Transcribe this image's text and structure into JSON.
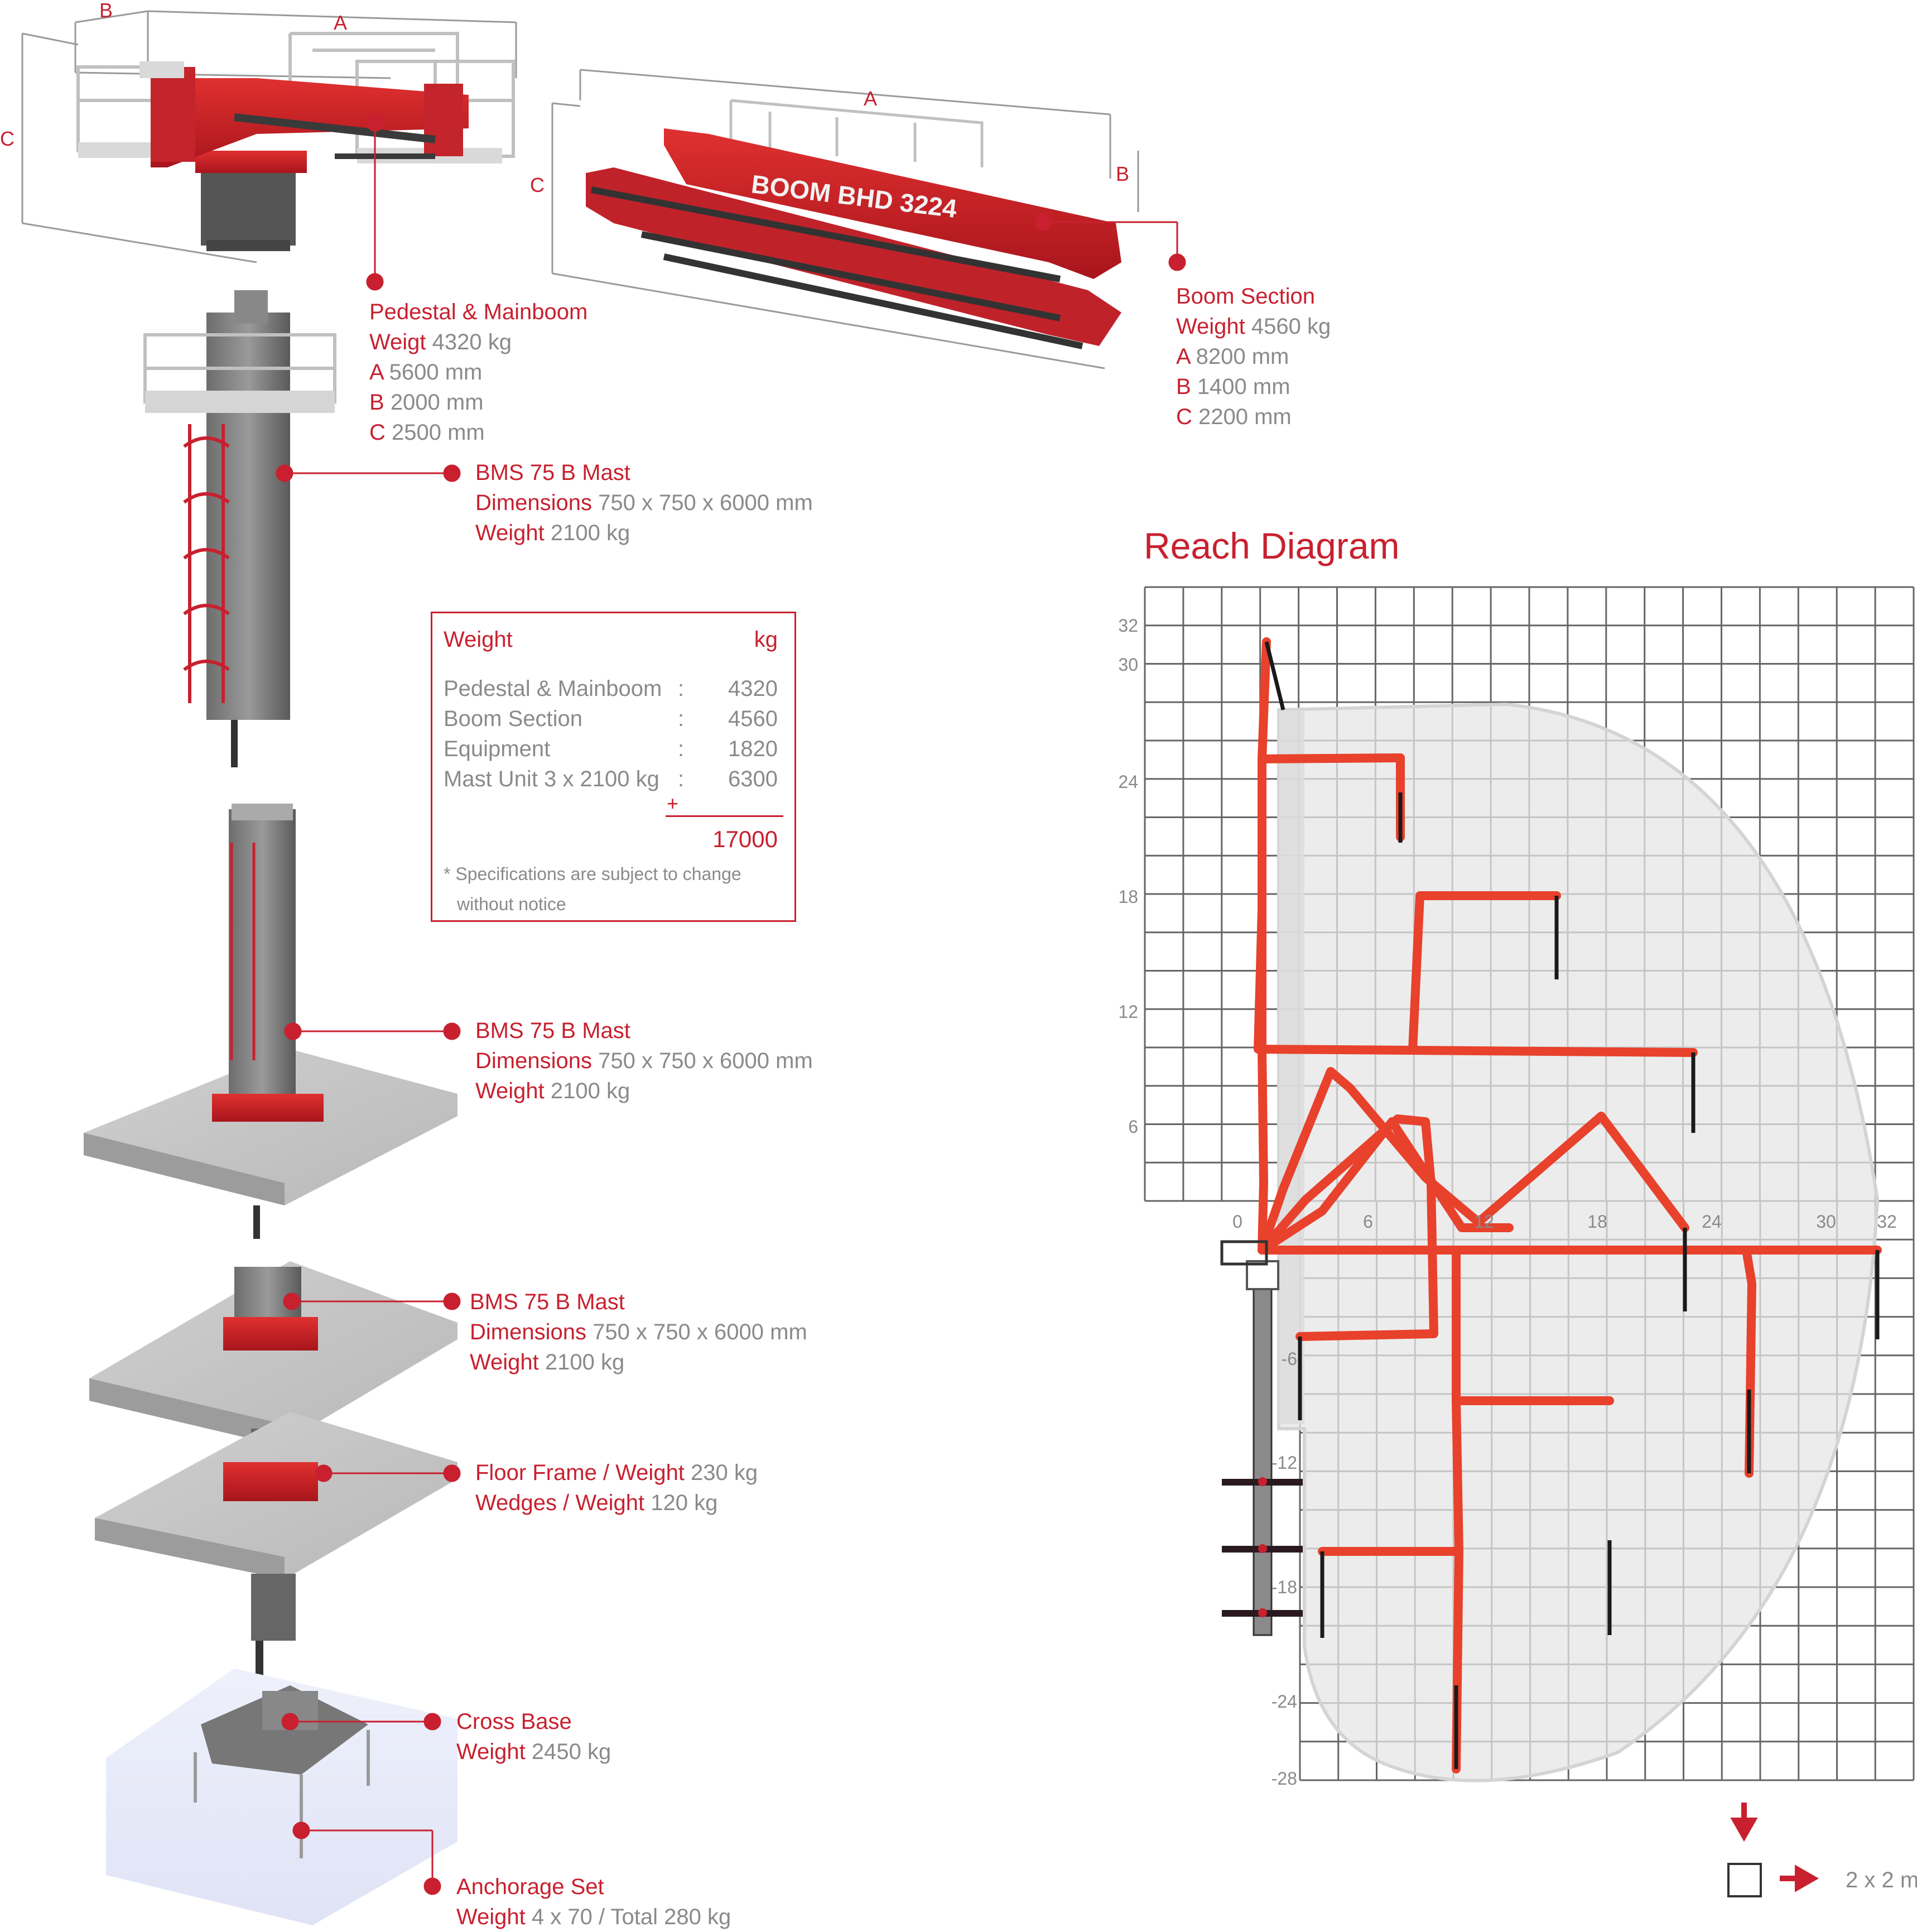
{
  "pedestal": {
    "title": "Pedestal & Mainboom",
    "weight_label": "Weigt",
    "weight_value": "4320 kg",
    "a_label": "A",
    "a_value": "5600 mm",
    "b_label": "B",
    "b_value": "2000 mm",
    "c_label": "C",
    "c_value": "2500 mm",
    "dim_a": "A",
    "dim_b": "B",
    "dim_c": "C"
  },
  "boom": {
    "title": "Boom Section",
    "weight_label": "Weight",
    "weight_value": "4560 kg",
    "a_label": "A",
    "a_value": "8200 mm",
    "b_label": "B",
    "b_value": "1400 mm",
    "c_label": "C",
    "c_value": "2200 mm",
    "dim_a": "A",
    "dim_b": "B",
    "dim_c": "C",
    "brand": "BOOM BHD 3224"
  },
  "mast1": {
    "title": "BMS 75 B Mast",
    "dim_label": "Dimensions",
    "dim_value": "750 x 750 x 6000 mm",
    "weight_label": "Weight",
    "weight_value": "2100 kg"
  },
  "mast2": {
    "title": "BMS 75 B Mast",
    "dim_label": "Dimensions",
    "dim_value": "750 x 750 x 6000 mm",
    "weight_label": "Weight",
    "weight_value": "2100 kg"
  },
  "mast3": {
    "title": "BMS 75 B Mast",
    "dim_label": "Dimensions",
    "dim_value": "750 x 750 x 6000 mm",
    "weight_label": "Weight",
    "weight_value": "2100 kg"
  },
  "floor": {
    "frame_label": "Floor Frame / Weight",
    "frame_value": "230 kg",
    "wedges_label": "Wedges / Weight",
    "wedges_value": "120 kg"
  },
  "cross": {
    "title": "Cross Base",
    "weight_label": "Weight",
    "weight_value": "2450 kg"
  },
  "anchor": {
    "title": "Anchorage Set",
    "weight_label": "Weight",
    "weight_value": "4 x 70 / Total 280 kg"
  },
  "weight_table": {
    "header_left": "Weight",
    "header_right": "kg",
    "rows": [
      {
        "name": "Pedestal & Mainboom",
        "colon": ":",
        "value": "4320"
      },
      {
        "name": "Boom Section",
        "colon": ":",
        "value": "4560"
      },
      {
        "name": "Equipment",
        "colon": ":",
        "value": "1820"
      },
      {
        "name": "Mast Unit 3 x 2100 kg",
        "colon": ":",
        "value": "6300"
      }
    ],
    "plus": "+",
    "total": "17000",
    "note_1": "* Specifications are subject to change",
    "note_2": "without notice"
  },
  "reach": {
    "title": "Reach Diagram",
    "x_ticks": [
      "0",
      "6",
      "12",
      "18",
      "24",
      "30",
      "32"
    ],
    "y_ticks_upper": [
      "32",
      "30",
      "24",
      "18",
      "12",
      "6"
    ],
    "y_ticks_lower": [
      "-6",
      "-12",
      "-18",
      "-24",
      "-28"
    ],
    "legend": "2 x 2 m",
    "colors": {
      "boom": "#e8412c",
      "envelope": "#e5e5e5",
      "grid": "#666666"
    }
  }
}
